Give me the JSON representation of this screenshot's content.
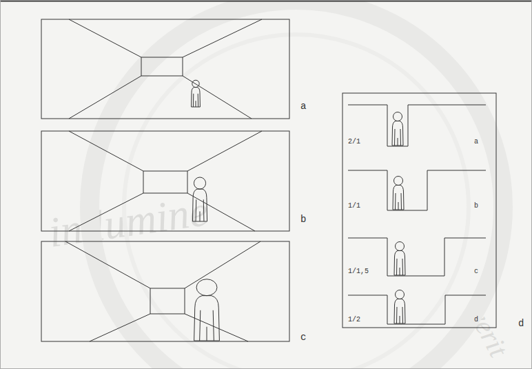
{
  "diagram": {
    "labels": [
      "a",
      "b",
      "c",
      "2/1",
      "a",
      "1/1",
      "b",
      "1/1,5",
      "c",
      "1/2",
      "d",
      "d",
      "in lumine",
      "verit"
    ]
  }
}
